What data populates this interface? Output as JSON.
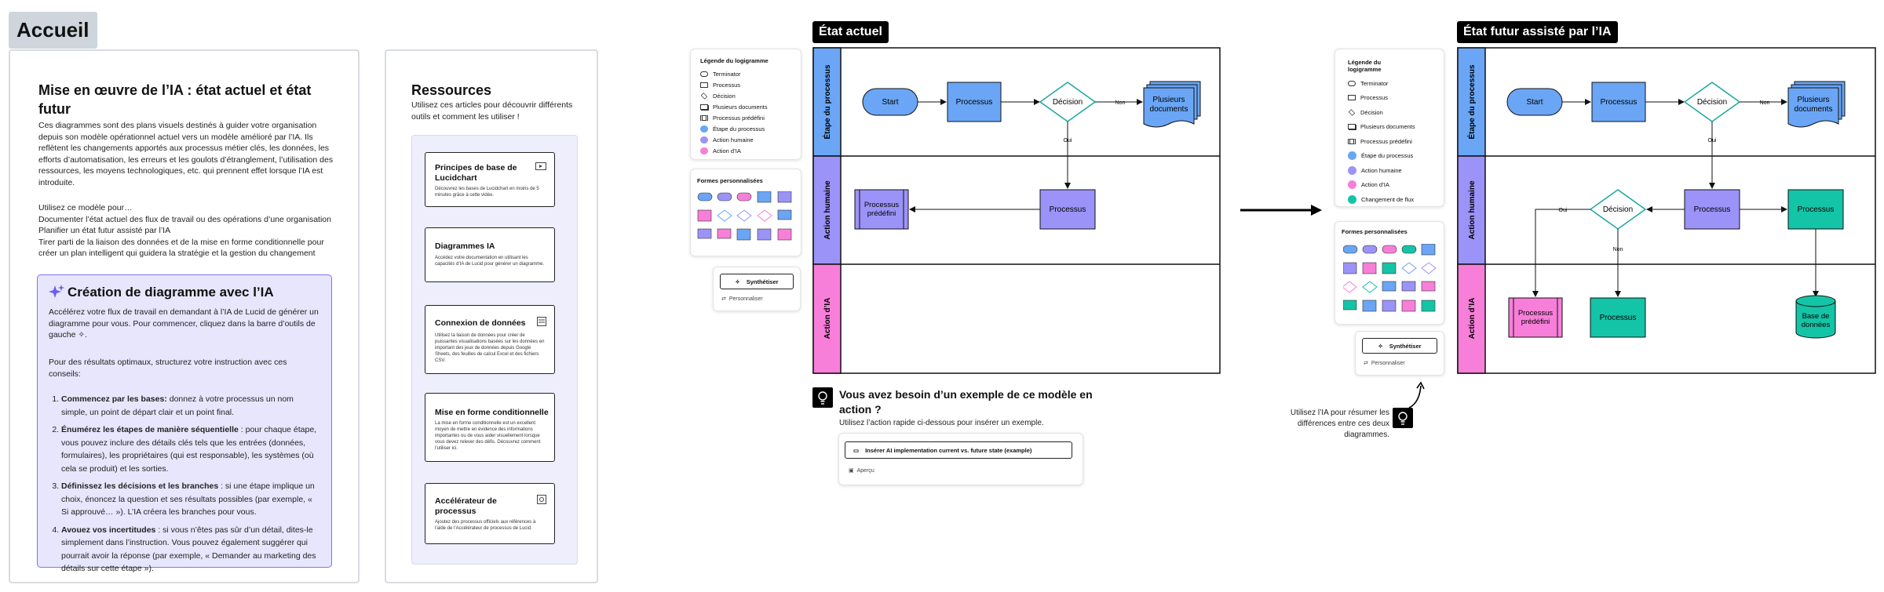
{
  "accueil": {
    "tag": "Accueil",
    "title": "Mise en œuvre de l’IA : état actuel et état futur",
    "intro": "Ces diagrammes sont des plans visuels destinés à guider votre organisation depuis son modèle opérationnel actuel vers un modèle amélioré par l’IA. Ils reflètent les changements apportés aux processus métier clés, les données, les efforts d’automatisation, les erreurs et les goulots d’étranglement, l’utilisation des ressources, les moyens technologiques, etc. qui prennent effet lorsque l’IA est introduite.",
    "use_lines": [
      "Utilisez ce modèle pour…",
      "Documenter l’état actuel des flux de travail ou des opérations d’une organisation",
      "Planifier un état futur assisté par l’IA",
      "Tirer parti de la liaison des données et de la mise en forme conditionnelle pour créer un plan intelligent qui guidera la stratégie et la gestion du changement"
    ],
    "callout": {
      "title": "Création de diagramme avec l’IA",
      "text": "Accélérez votre flux de travail en demandant à l’IA de Lucid de générer un diagramme pour vous. Pour commencer, cliquez dans la barre d’outils de gauche ✧.",
      "text2": "Pour des résultats optimaux, structurez votre instruction avec ces conseils:",
      "steps": [
        {
          "bold": "Commencez par les bases:",
          "text": " donnez à votre processus un nom simple, un point de départ clair et un point final."
        },
        {
          "bold": "Énumérez les étapes de manière séquentielle",
          "text": " : pour chaque étape, vous pouvez inclure des détails clés tels que les entrées (données, formulaires), les propriétaires (qui est responsable), les systèmes (où cela se produit) et les sorties."
        },
        {
          "bold": "Définissez les décisions et les branches",
          "text": " : si une étape implique un choix, énoncez la question et ses résultats possibles (par exemple, « Si approuvé… »). L’IA créera les branches pour vous."
        },
        {
          "bold": "Avouez vos incertitudes",
          "text": " : si vous n’êtes pas sûr d’un détail, dites-le simplement dans l’instruction. Vous pouvez également suggérer qui pourrait avoir la réponse (par exemple, « Demander au marketing des détails sur cette étape »)."
        }
      ]
    }
  },
  "ressources": {
    "title": "Ressources",
    "subtitle": "Utilisez ces articles pour découvrir différents outils et comment les utiliser !",
    "cards": [
      {
        "title": "Principes de base de Lucidchart",
        "desc": "Découvrez les bases de Lucidchart en moins de 5 minutes grâce à cette vidéo."
      },
      {
        "title": "Diagrammes IA",
        "desc": "Accédez votre documentation en utilisant les capacités d’IA de Lucid pour générer un diagramme."
      },
      {
        "title": "Connexion de données",
        "desc": "Utilisez la liaison de données pour créer de puissantes visualisations basées sur les données en important des jeux de données depuis Google Sheets, des feuilles de calcul Excel et des fichiers CSV."
      },
      {
        "title": "Mise en forme conditionnelle",
        "desc": "La mise en forme conditionnelle est un excellent moyen de mettre en évidence des informations importantes ou de vous aider visuellement lorsque vous devez relever des défis. Découvrez comment l’utiliser ici."
      },
      {
        "title": "Accélérateur de processus",
        "desc": "Ajoutez des processus officiels aux références à l’aide de l’Accélérateur de processus de Lucid."
      }
    ]
  },
  "legend_current": {
    "title": "Légende du logigramme",
    "items": [
      "Terminator",
      "Processus",
      "Décision",
      "Plusieurs documents",
      "Processus prédéfini",
      "Étape du processus",
      "Action humaine",
      "Action d’IA"
    ],
    "custom_title": "Formes personnalisées",
    "button": "Synthétiser",
    "customize": "Personnaliser"
  },
  "legend_future": {
    "title": "Légende du logigramme",
    "items": [
      "Terminator",
      "Processus",
      "Décision",
      "Plusieurs documents",
      "Processus prédéfini",
      "Étape du processus",
      "Action humaine",
      "Action d’IA",
      "Changement de flux"
    ],
    "custom_title": "Formes personnalisées",
    "button": "Synthétiser",
    "customize": "Personnaliser"
  },
  "current": {
    "tag": "État actuel",
    "lanes": [
      "Étape du processus",
      "Action humaine",
      "Action d’IA"
    ],
    "shapes": {
      "start": "Start",
      "process1": "Processus",
      "decision": "Décision",
      "docs": "Plusieurs documents",
      "process2": "Processus",
      "predef": "Processus prédéfini"
    },
    "labels": {
      "non": "Non",
      "oui": "Oui"
    }
  },
  "future": {
    "tag": "État futur assisté par l’IA",
    "lanes": [
      "Étape du processus",
      "Action humaine",
      "Action d’IA"
    ],
    "shapes": {
      "start": "Start",
      "process1": "Processus",
      "decision": "Décision",
      "docs": "Plusieurs documents",
      "process2": "Processus",
      "process3": "Processus",
      "decision2": "Décision",
      "predef": "Processus prédéfini",
      "process4": "Processus",
      "db": "Base de données"
    },
    "labels": {
      "non": "Non",
      "oui": "Oui",
      "oui2": "Oui",
      "non2": "Non"
    }
  },
  "example": {
    "title": "Vous avez besoin d’un exemple de ce modèle en action ?",
    "subtitle": "Utilisez l’action rapide ci-dessous pour insérer un exemple.",
    "button": "Insérer AI implementation current vs. future state (example)",
    "preview": "Aperçu"
  },
  "summary_hint": "Utilisez l’IA pour résumer les différences entre ces deux diagrammes.",
  "colors": {
    "blue": "#6aa6f5",
    "purple": "#9b93f7",
    "pink": "#f77fd9",
    "teal": "#14c4a6",
    "callout_bg": "#e7e6fd"
  }
}
